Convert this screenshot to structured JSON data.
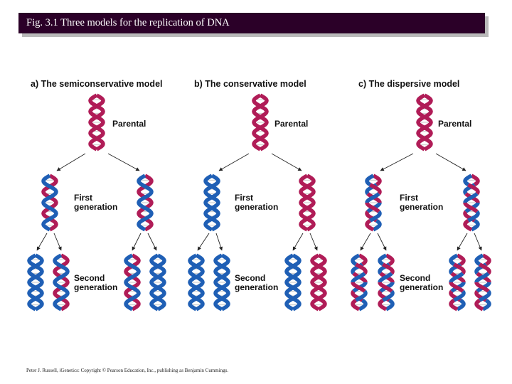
{
  "header": {
    "title": "Fig. 3.1 Three models for the replication of DNA"
  },
  "colors": {
    "parental_strand": "#b01c57",
    "new_strand": "#1f5fb5",
    "title_bar": "#2b0028",
    "arrow": "#222222"
  },
  "panels": [
    {
      "heading": "a) The semiconservative model",
      "parental_label": "Parental",
      "first_label": "First\ngeneration",
      "second_label": "Second\ngeneration"
    },
    {
      "heading": "b) The conservative model",
      "parental_label": "Parental",
      "first_label": "First\ngeneration",
      "second_label": "Second\ngeneration"
    },
    {
      "heading": "c) The dispersive model",
      "parental_label": "Parental",
      "first_label": "First\ngeneration",
      "second_label": "Second\ngeneration"
    }
  ],
  "footer": {
    "credit": "Peter J. Russell, iGenetics: Copyright © Pearson Education, Inc., publishing as Benjamin Cummings."
  }
}
